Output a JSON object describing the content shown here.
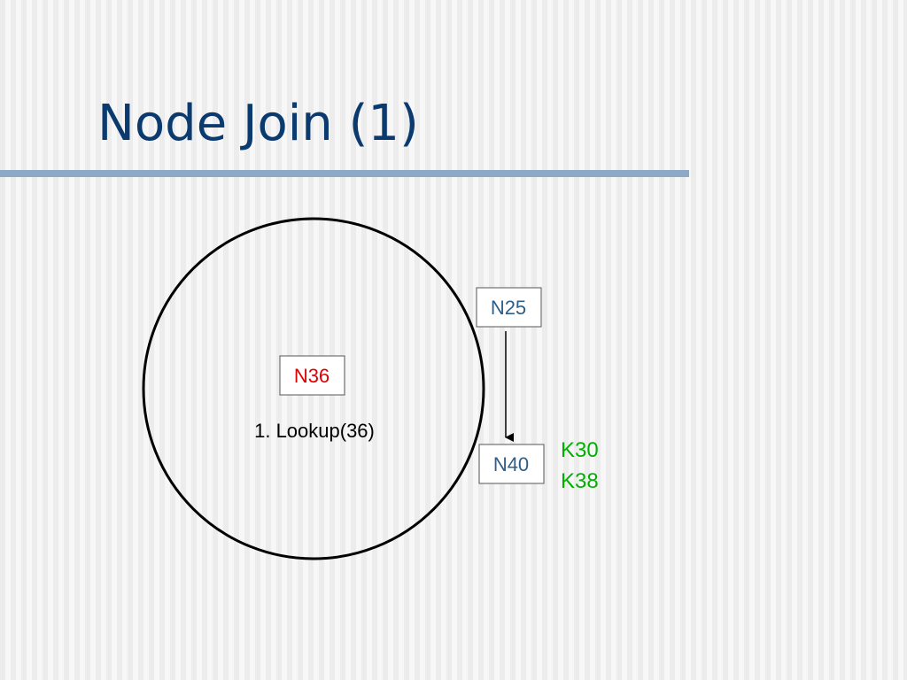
{
  "slide": {
    "title": "Node Join (1)"
  },
  "diagram": {
    "ring": {
      "inner_node": "N36",
      "lookup_label": "1. Lookup(36)"
    },
    "nodes": {
      "n25": "N25",
      "n40": "N40"
    },
    "keys": [
      "K30",
      "K38"
    ],
    "colors": {
      "title": "#0b3a6e",
      "node_blue": "#2e5f8a",
      "node_red": "#e00000",
      "key_green": "#00b000",
      "rule": "#8ea9c8"
    }
  }
}
